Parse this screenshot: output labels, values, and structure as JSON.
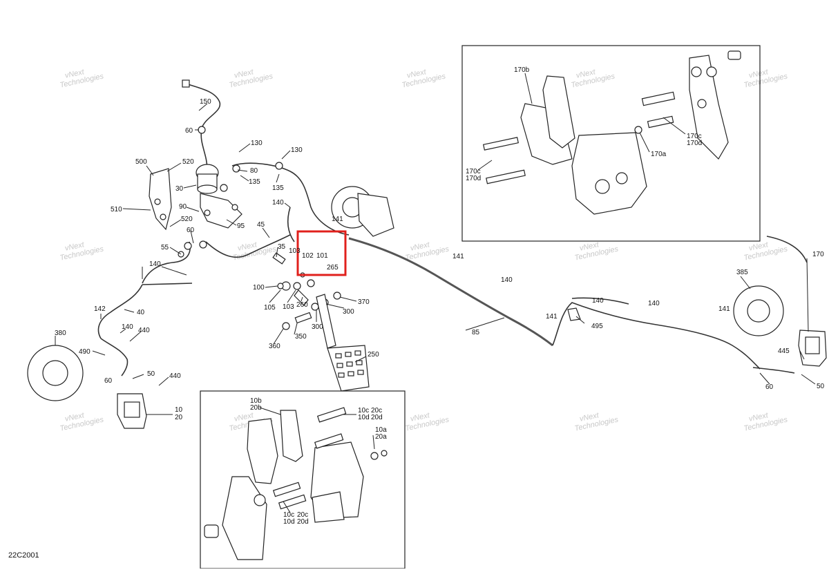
{
  "diagram": {
    "code": "22C2001",
    "highlight_color": "#e0201c",
    "watermark_text": [
      "vNext",
      "Technologies"
    ],
    "labels": {
      "l150": "150",
      "l60a": "60",
      "l130a": "130",
      "l130b": "130",
      "l80": "80",
      "l135a": "135",
      "l135b": "135",
      "l30": "30",
      "l500": "500",
      "l520a": "520",
      "l510": "510",
      "l90": "90",
      "l95": "95",
      "l140a": "140",
      "l520b": "520",
      "l60b": "60",
      "l45": "45",
      "l55": "55",
      "l35": "35",
      "l141a": "141",
      "l103a": "103",
      "l102": "102",
      "l101": "101",
      "l265": "265",
      "l140b": "140",
      "l141b": "141",
      "l100": "100",
      "l105": "105",
      "l103b": "103",
      "l260": "260",
      "l370": "370",
      "l300a": "300",
      "l300b": "300",
      "l142": "142",
      "l40": "40",
      "l140c": "140",
      "l440a": "440",
      "l350": "350",
      "l360": "360",
      "l140d": "140",
      "l140e": "140",
      "l140f": "140",
      "l85": "85",
      "l141c": "141",
      "l495": "495",
      "l380": "380",
      "l490": "490",
      "l50a": "50",
      "l60c": "60",
      "l440b": "440",
      "l250": "250",
      "l10": "10",
      "l20": "20",
      "l385": "385",
      "l141d": "141",
      "l170": "170",
      "l445": "445",
      "l60d": "60",
      "l50b": "50",
      "l170b": "170b",
      "l170c1": "170c",
      "l170d1": "170d",
      "l170c2": "170c",
      "l170d2": "170d",
      "l170a": "170a",
      "l10b": "10b",
      "l20b": "20b",
      "l10c1": "10c",
      "l20c1": "20c",
      "l10d1": "10d",
      "l20d1": "20d",
      "l10a": "10a",
      "l20a": "20a",
      "l10c2": "10c",
      "l10d2": "10d",
      "l20c2": "20c",
      "l20d2": "20d"
    }
  }
}
